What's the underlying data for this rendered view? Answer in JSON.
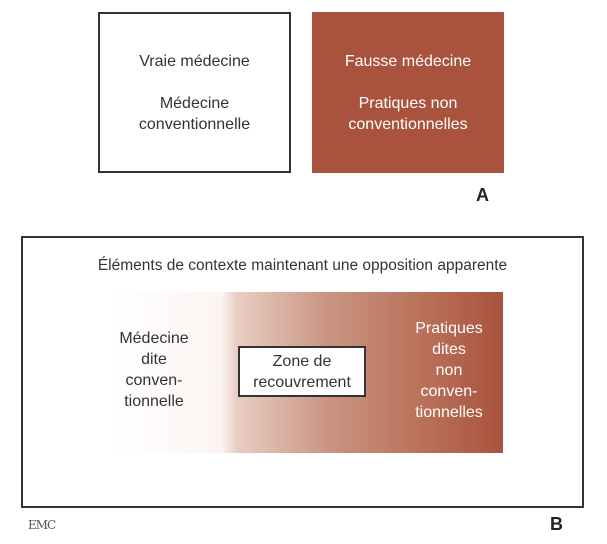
{
  "panelA": {
    "left": {
      "line1": "Vraie médecine",
      "line2": "Médecine",
      "line3": "conventionnelle"
    },
    "right": {
      "line1": "Fausse médecine",
      "line2": "Pratiques non",
      "line3": "conventionnelles"
    },
    "label": "A"
  },
  "panelB": {
    "title": "Éléments de contexte maintenant une opposition apparente",
    "left": [
      "Médecine",
      "dite",
      "conven-",
      "tionnelle"
    ],
    "zone": [
      "Zone de",
      "recouvrement"
    ],
    "right": [
      "Pratiques",
      "dites",
      "non",
      "conven-",
      "tionnelles"
    ],
    "label": "B"
  },
  "logo": "EMC",
  "colors": {
    "accent": "#a9533e"
  }
}
